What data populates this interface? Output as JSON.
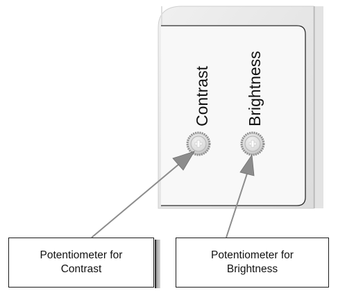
{
  "labels": {
    "contrast": "Contrast",
    "brightness": "Brightness"
  },
  "callouts": {
    "contrast": {
      "line1": "Potentiometer for",
      "line2": "Contrast"
    },
    "brightness": {
      "line1": "Potentiometer for",
      "line2": "Brightness"
    }
  },
  "colors": {
    "panel_face": "#f7f7f7",
    "panel_frame": "#e7e7e7",
    "panel_outline": "#2b2b2b",
    "arrow": "#8c8c8c",
    "knob_ring": "#8f8f8f",
    "text": "#111111"
  }
}
